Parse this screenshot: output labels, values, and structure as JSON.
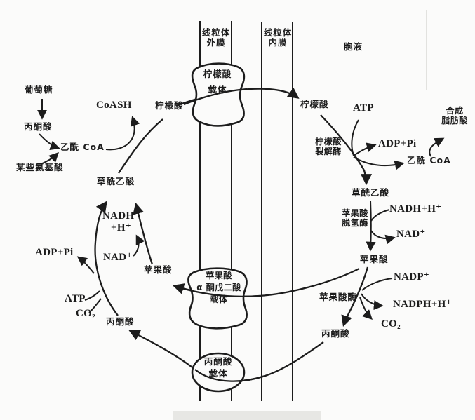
{
  "figure": {
    "bg_color": "#fbfbfa",
    "ink_color": "#1c1c1c",
    "regions": {
      "outer_membrane_line1": "线粒体",
      "outer_membrane_line2": "外膜",
      "inner_membrane_line1": "线粒体",
      "inner_membrane_line2": "内膜",
      "cytosol": "胞液"
    },
    "carriers": {
      "citrate_line1": "柠檬酸",
      "citrate_line2": "载体",
      "malate_akg_line1": "苹果酸",
      "malate_akg_line2": "α 酮戊二酸",
      "malate_akg_line3": "载体",
      "pyruvate_line1": "丙酮酸",
      "pyruvate_line2": "载体"
    },
    "matrix": {
      "glucose": "葡萄糖",
      "pyruvate_top": "丙酮酸",
      "acetyl_coa": "乙酰 CoA",
      "amino_acids": "某些氨基酸",
      "coash": "CoASH",
      "citrate": "柠檬酸",
      "oxaloacetate": "草酰乙酸",
      "nadh_line1": "NADH",
      "nadh_line2": "+H⁺",
      "nad": "NAD⁺",
      "adp_pi": "ADP+Pi",
      "malate": "苹果酸",
      "atp": "ATP",
      "co2": "CO₂",
      "pyruvate_bottom": "丙酮酸"
    },
    "cytosol_side": {
      "citrate": "柠檬酸",
      "atp": "ATP",
      "citrate_lyase_line1": "柠檬酸",
      "citrate_lyase_line2": "裂解酶",
      "adp_pi": "ADP+Pi",
      "acetyl_coa": "乙酰 CoA",
      "fatty_acid_line1": "合成",
      "fatty_acid_line2": "脂肪酸",
      "oxaloacetate": "草酰乙酸",
      "nadh": "NADH+H⁺",
      "malate_dh_line1": "苹果酸",
      "malate_dh_line2": "脱氢酶",
      "nad": "NAD⁺",
      "malate": "苹果酸",
      "nadp": "NADP⁺",
      "malic_enzyme": "苹果酸酶",
      "nadph": "NADPH+H⁺",
      "co2": "CO₂",
      "pyruvate": "丙酮酸"
    }
  }
}
